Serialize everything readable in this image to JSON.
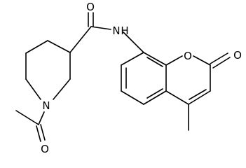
{
  "molecule": {
    "atom_labels": {
      "amide_oxygen": "O",
      "amide_nitrogen": "N",
      "amide_hydrogen": "H",
      "piperidine_nitrogen": "N",
      "acetyl_oxygen": "O",
      "ring_oxygen": "O",
      "lactone_oxygen": "O"
    },
    "colors": {
      "bond": "#000000",
      "text": "#000000",
      "background": "#ffffff"
    }
  }
}
